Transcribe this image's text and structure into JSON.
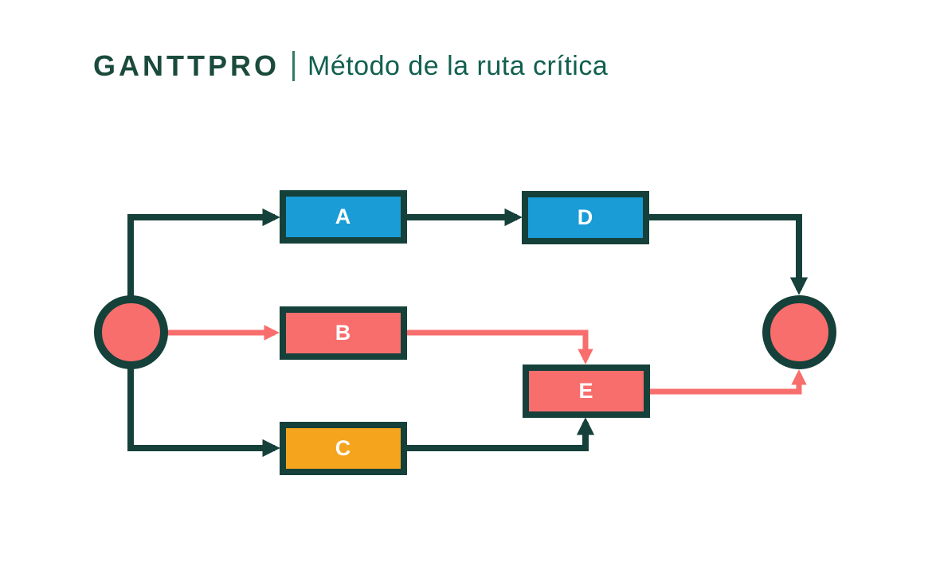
{
  "header": {
    "brand": "GANTTPRO",
    "separator": "|",
    "title": "Método de la ruta crítica"
  },
  "colors": {
    "background": "#ffffff",
    "dark": "#15413a",
    "coral": "#f76e6c",
    "blue": "#1a9cd7",
    "orange": "#f4a41d",
    "brand_green": "#1a4a3c",
    "title_green": "#11604f",
    "label_text": "#ffffff"
  },
  "diagram": {
    "type": "activity-network",
    "description": "Critical path method network: start and end milestone circles with task boxes; coral colored path marks the critical route",
    "nodes": [
      {
        "id": "start",
        "shape": "circle",
        "color": "coral",
        "label": ""
      },
      {
        "id": "A",
        "shape": "rect",
        "color": "blue",
        "label": "A"
      },
      {
        "id": "B",
        "shape": "rect",
        "color": "coral",
        "label": "B"
      },
      {
        "id": "C",
        "shape": "rect",
        "color": "orange",
        "label": "C"
      },
      {
        "id": "D",
        "shape": "rect",
        "color": "blue",
        "label": "D"
      },
      {
        "id": "E",
        "shape": "rect",
        "color": "coral",
        "label": "E"
      },
      {
        "id": "end",
        "shape": "circle",
        "color": "coral",
        "label": ""
      }
    ],
    "edges": [
      {
        "from": "start",
        "to": "A",
        "style": "dark"
      },
      {
        "from": "A",
        "to": "D",
        "style": "dark"
      },
      {
        "from": "D",
        "to": "end",
        "style": "dark"
      },
      {
        "from": "start",
        "to": "B",
        "style": "coral"
      },
      {
        "from": "B",
        "to": "E",
        "style": "coral"
      },
      {
        "from": "E",
        "to": "end",
        "style": "coral"
      },
      {
        "from": "start",
        "to": "C",
        "style": "dark"
      },
      {
        "from": "C",
        "to": "E",
        "style": "dark"
      }
    ],
    "critical_path": [
      "start",
      "B",
      "E",
      "end"
    ]
  }
}
